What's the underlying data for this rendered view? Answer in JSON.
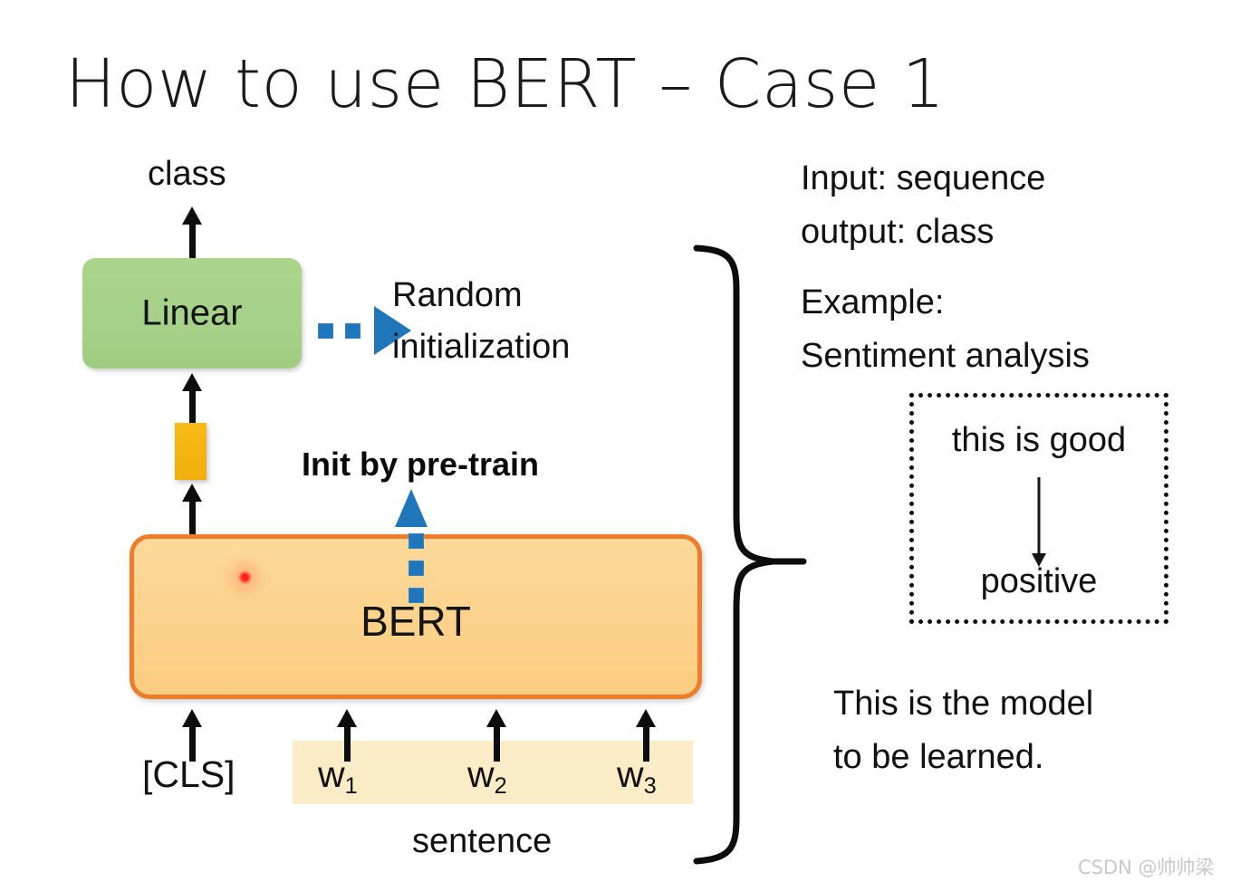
{
  "slide": {
    "title": "How to use BERT – Case 1",
    "background_color": "#ffffff"
  },
  "diagram": {
    "output_label": "class",
    "linear_block": {
      "label": "Linear",
      "fill_color": "#a6d189"
    },
    "embedding_marker": {
      "name": "cls-embedding",
      "fill_color": "#f3b211"
    },
    "bert_block": {
      "label": "BERT",
      "fill_color": "#fcd28b",
      "border_color": "#ee7d2b"
    },
    "laser_pointer": {
      "color": "#ff2020"
    },
    "random_init_annotation": {
      "line1": "Random",
      "line2": "initialization",
      "arrow_color": "#1f76bb"
    },
    "pretrain_annotation": {
      "label": "Init by pre-train",
      "arrow_color": "#1f76bb"
    },
    "tokens": [
      {
        "label": "[CLS]",
        "sub": "",
        "highlighted": false
      },
      {
        "label": "w",
        "sub": "1",
        "highlighted": true
      },
      {
        "label": "w",
        "sub": "2",
        "highlighted": true
      },
      {
        "label": "w",
        "sub": "3",
        "highlighted": true
      }
    ],
    "sentence_label": "sentence",
    "sentence_band_color": "#fbecc8"
  },
  "notes": {
    "io_line1": "Input:  sequence",
    "io_line2": "output: class",
    "example_heading": "Example:",
    "example_task": "Sentiment analysis",
    "example_box": {
      "input_text": "this is good",
      "output_text": "positive"
    },
    "model_note_line1": "This is the model",
    "model_note_line2": "to be learned."
  },
  "watermark": {
    "text": "CSDN @帅帅梁"
  }
}
